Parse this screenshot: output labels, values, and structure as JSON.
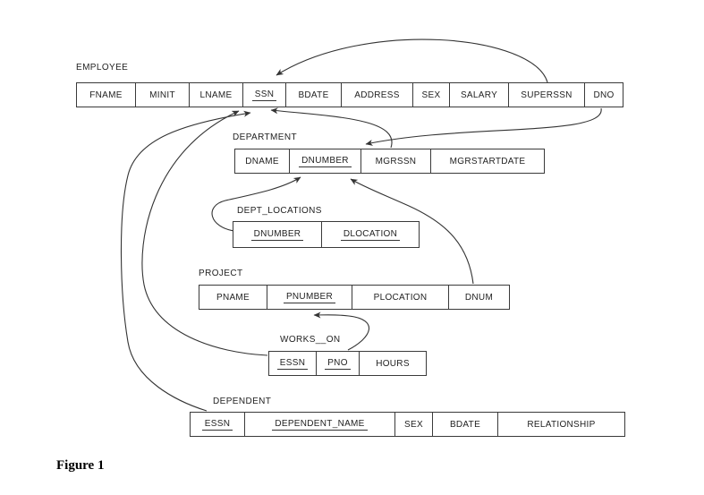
{
  "figure": {
    "caption": "Figure 1"
  },
  "diagram": {
    "tables": [
      {
        "id": "employee",
        "name": "EMPLOYEE",
        "columns": [
          {
            "label": "FNAME",
            "key": false
          },
          {
            "label": "MINIT",
            "key": false
          },
          {
            "label": "LNAME",
            "key": false
          },
          {
            "label": "SSN",
            "key": true
          },
          {
            "label": "BDATE",
            "key": false
          },
          {
            "label": "ADDRESS",
            "key": false
          },
          {
            "label": "SEX",
            "key": false
          },
          {
            "label": "SALARY",
            "key": false
          },
          {
            "label": "SUPERSSN",
            "key": false
          },
          {
            "label": "DNO",
            "key": false
          }
        ]
      },
      {
        "id": "department",
        "name": "DEPARTMENT",
        "columns": [
          {
            "label": "DNAME",
            "key": false
          },
          {
            "label": "DNUMBER",
            "key": true
          },
          {
            "label": "MGRSSN",
            "key": false
          },
          {
            "label": "MGRSTARTDATE",
            "key": false
          }
        ]
      },
      {
        "id": "dept_locations",
        "name": "DEPT_LOCATIONS",
        "columns": [
          {
            "label": "DNUMBER",
            "key": true
          },
          {
            "label": "DLOCATION",
            "key": true
          }
        ]
      },
      {
        "id": "project",
        "name": "PROJECT",
        "columns": [
          {
            "label": "PNAME",
            "key": false
          },
          {
            "label": "PNUMBER",
            "key": true
          },
          {
            "label": "PLOCATION",
            "key": false
          },
          {
            "label": "DNUM",
            "key": false
          }
        ]
      },
      {
        "id": "works_on",
        "name": "WORKS__ON",
        "columns": [
          {
            "label": "ESSN",
            "key": true
          },
          {
            "label": "PNO",
            "key": true
          },
          {
            "label": "HOURS",
            "key": false
          }
        ]
      },
      {
        "id": "dependent",
        "name": "DEPENDENT",
        "columns": [
          {
            "label": "ESSN",
            "key": true
          },
          {
            "label": "DEPENDENT_NAME",
            "key": true
          },
          {
            "label": "SEX",
            "key": false
          },
          {
            "label": "BDATE",
            "key": false
          },
          {
            "label": "RELATIONSHIP",
            "key": false
          }
        ]
      }
    ],
    "relationships": [
      {
        "from": "EMPLOYEE.SUPERSSN",
        "to": "EMPLOYEE.SSN"
      },
      {
        "from": "EMPLOYEE.DNO",
        "to": "DEPARTMENT.DNUMBER"
      },
      {
        "from": "DEPARTMENT.MGRSSN",
        "to": "EMPLOYEE.SSN"
      },
      {
        "from": "DEPT_LOCATIONS.DNUMBER",
        "to": "DEPARTMENT.DNUMBER"
      },
      {
        "from": "PROJECT.DNUM",
        "to": "DEPARTMENT.DNUMBER"
      },
      {
        "from": "WORKS__ON.PNO",
        "to": "PROJECT.PNUMBER"
      },
      {
        "from": "WORKS__ON.ESSN",
        "to": "EMPLOYEE.SSN"
      },
      {
        "from": "DEPENDENT.ESSN",
        "to": "EMPLOYEE.SSN"
      }
    ],
    "line_color": "#333333"
  }
}
